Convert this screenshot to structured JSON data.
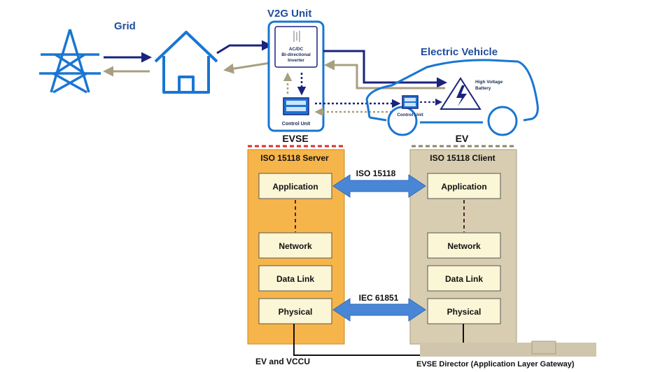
{
  "top": {
    "grid_label": "Grid",
    "v2g_title": "V2G Unit",
    "inverter_line1": "AC/DC",
    "inverter_line2": "Bi-directional",
    "inverter_line3": "Inverter",
    "control_unit_left": "Control Unit",
    "ev_title": "Electric Vehicle",
    "battery_line1": "High Voltage",
    "battery_line2": "Battery",
    "control_unit_right": "Control Unit"
  },
  "evse": {
    "heading": "EVSE",
    "panel_title": "ISO 15118 Server",
    "layers": [
      "Application",
      "Network",
      "Data Link",
      "Physical"
    ]
  },
  "ev": {
    "heading": "EV",
    "panel_title": "ISO 15118 Client",
    "layers": [
      "Application",
      "Network",
      "Data Link",
      "Physical"
    ]
  },
  "links": {
    "top_protocol": "ISO 15118",
    "bottom_protocol": "IEC 61851"
  },
  "footer": {
    "left_label": "EV and VCCU",
    "right_label": "EVSE Director (Application Layer Gateway)"
  },
  "colors": {
    "blue": "#1976d2",
    "navy": "#1a237e",
    "tan_arrow": "#a89f80",
    "evse_panel": "#f6b54a",
    "ev_panel": "#d8cdb1",
    "layer_box": "#fbf6d6",
    "double_arrow": "#4a86d6",
    "red_dash": "#d9302b"
  },
  "icons": [
    "transmission-tower-icon",
    "house-icon",
    "lightning-bolt-icon"
  ]
}
